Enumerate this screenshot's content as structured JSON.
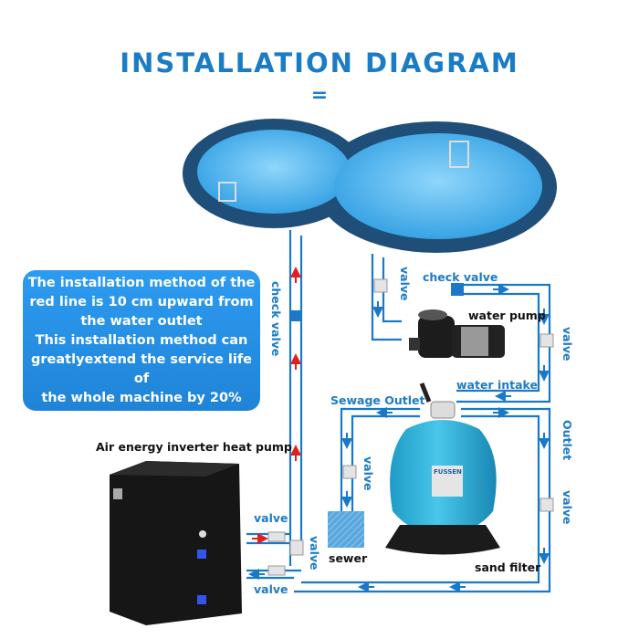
{
  "title": "INSTALLATION DIAGRAM",
  "title_decoration": "=",
  "info_box": {
    "lines": [
      "The installation method of the",
      "red line is 10 cm upward from",
      "the water outlet",
      "This installation method can",
      "greatlyextend the service life of",
      "the whole machine by 20%"
    ]
  },
  "labels": {
    "check_valve_left": "check valve",
    "valve_pool_outlet": "valve",
    "check_valve_pump": "check valve",
    "water_pump": "water pump",
    "valve_right_upper": "valve",
    "water_intake": "water intake",
    "sewage_outlet": "Sewage Outlet",
    "outlet": "Outlet",
    "valve_sewer": "valve",
    "valve_right_lower": "valve",
    "heat_pump": "Air energy inverter heat pump",
    "valve_heat_in": "valve",
    "valve_heat_out": "valve",
    "valve_bypass": "valve",
    "sewer": "sewer",
    "sand_filter": "sand filter",
    "filter_brand": "FUSSEN"
  },
  "colors": {
    "accent": "#1b7cc6",
    "pipe": "#1a78c8",
    "hot_arrow": "#e02020",
    "pool_border": "#1f4f78",
    "pool_water": "#4fb3ec",
    "tank": "#2fb0d6"
  }
}
